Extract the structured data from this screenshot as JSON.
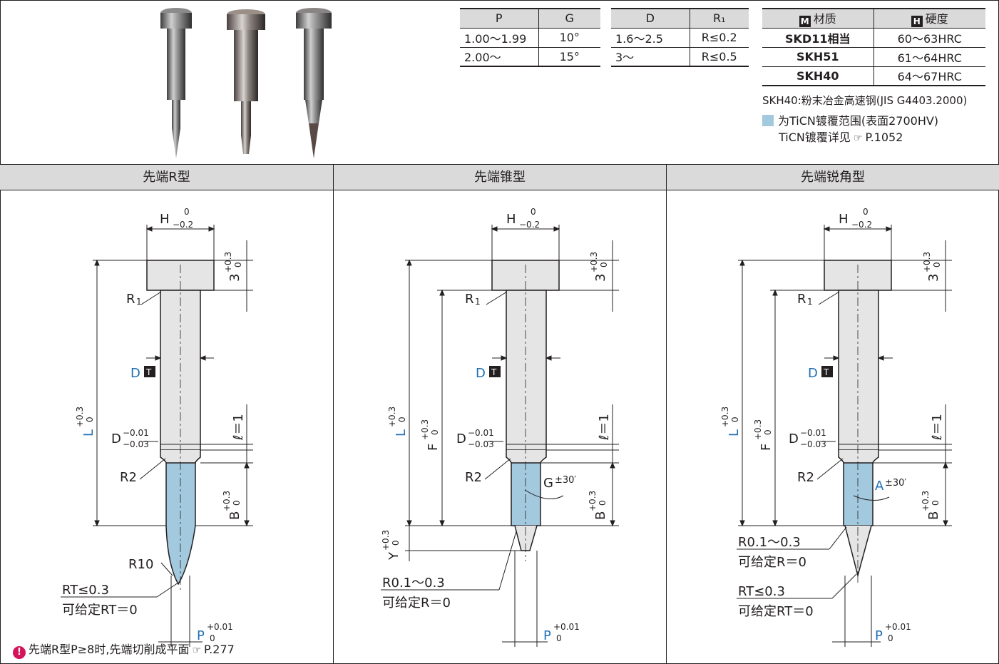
{
  "table_pg": {
    "headers": [
      "P",
      "G"
    ],
    "rows": [
      [
        "1.00～1.99",
        "10°"
      ],
      [
        "2.00～",
        "15°"
      ]
    ]
  },
  "table_dr": {
    "headers": [
      "D",
      "R₁"
    ],
    "rows": [
      [
        "1.6～2.5",
        "R≤0.2"
      ],
      [
        "3～",
        "R≤0.5"
      ]
    ]
  },
  "table_material": {
    "header_material_badge": "M",
    "header_material": "材质",
    "header_hardness_badge": "H",
    "header_hardness": "硬度",
    "rows": [
      [
        "SKD11相当",
        "60～63HRC"
      ],
      [
        "SKH51",
        "61～64HRC"
      ],
      [
        "SKH40",
        "64～67HRC"
      ]
    ]
  },
  "notes": {
    "skh40": "SKH40:粉末冶金高速钢(JIS G4403.2000)",
    "tin_range": "为TiCN镀覆范围(表面2700HV)",
    "tin_detail": "TiCN镀覆详见",
    "tin_page": "P.1052"
  },
  "columns": [
    {
      "title": "先端R型"
    },
    {
      "title": "先端锥型"
    },
    {
      "title": "先端锐角型"
    }
  ],
  "labels": {
    "H": "H",
    "H_tol_top": "0",
    "H_tol_bot": "−0.2",
    "three": "3",
    "tol_p03": "+0.3",
    "tol_0": "0",
    "R1": "R",
    "R1_sub": "1",
    "D_main": "D",
    "T_badge": "T",
    "L": "L",
    "F": "F",
    "B": "B",
    "Y": "Y",
    "D2": "D",
    "D2_tol_top": "−0.01",
    "D2_tol_bot": "−0.03",
    "ell": "ℓ＝1",
    "R2": "R2",
    "R10": "R10",
    "G": "G",
    "G_tol": "±30′",
    "A": "A",
    "A_tol": "±30′",
    "RT": "RT≤0.3",
    "RT_sub": "可给定RT＝0",
    "R01": "R0.1～0.3",
    "R01_sub": "可给定R＝0",
    "P": "P",
    "P_tol_top": "+0.01",
    "P_tol_bot": "0"
  },
  "footnote": {
    "text": "先端R型P≥8时,先端切削成平面",
    "page": "P.277"
  },
  "colors": {
    "coating": "#a3c9de",
    "header_bg": "#dadada",
    "blue_label": "#1f6fb6",
    "alert": "#d4145a"
  }
}
